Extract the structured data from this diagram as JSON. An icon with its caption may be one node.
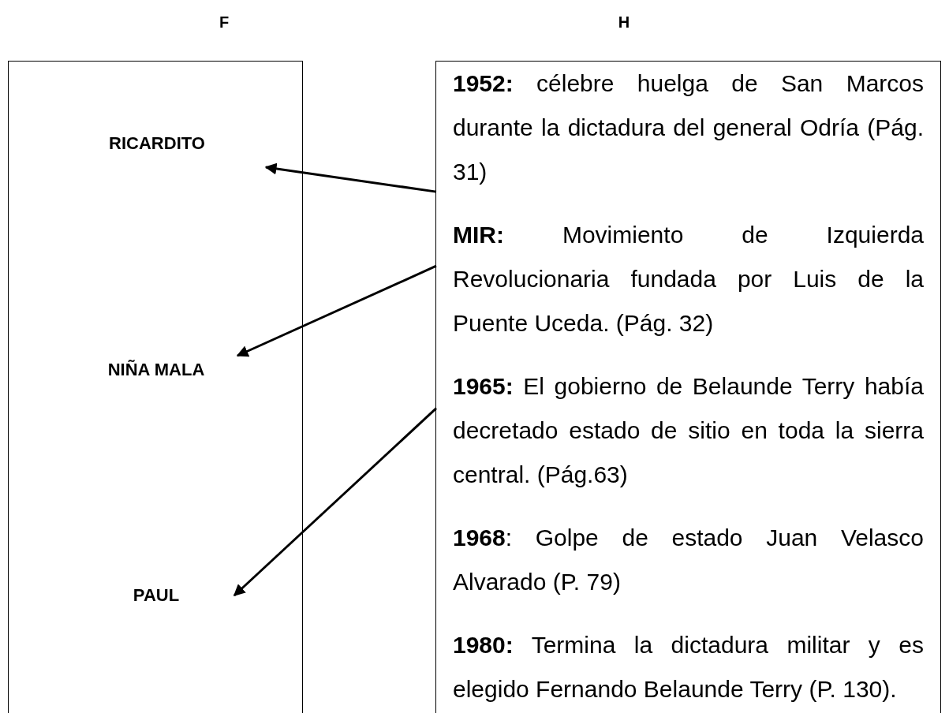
{
  "diagram": {
    "nodes": [
      {
        "text": [
          "F"
        ]
      },
      {
        "text": [
          "RICARDITO"
        ],
        "in": 0
      },
      {
        "text": [
          "NIÑA MALA"
        ],
        "in": 0
      },
      {
        "text": [
          "PAUL"
        ],
        "in": 0
      },
      {
        "text": [
          "H"
        ]
      },
      {
        "text": [
          "**1952:** célebre huelga de San Marcos durante la dictadura del general Odría (Pág. 31)"
        ],
        "in": 4
      },
      {
        "text": [
          "**MIR:** Movimiento de Izquierda Revolucionaria fundada por Luis de la Puente Uceda. (Pág. 32)"
        ],
        "in": 4
      },
      {
        "text": [
          "**1965:** El gobierno de Belaunde Terry había decretado estado de sitio en toda la sierra central. (Pág.63)"
        ],
        "in": 4
      },
      {
        "text": [
          "**1968**: Golpe de estado Juan Velasco Alvarado (P. 79)"
        ],
        "in": 4
      },
      {
        "text": [
          "**1980:** Termina la dictadura militar y es elegido Fernando Belaunde Terry (P. 130)."
        ],
        "in": 4
      }
    ],
    "edges": [
      {
        "from": 5,
        "to": 1,
        "arrow": "to"
      },
      {
        "from": 6,
        "to": 2,
        "arrow": "to"
      },
      {
        "from": 7,
        "to": 3,
        "arrow": "to"
      }
    ]
  }
}
